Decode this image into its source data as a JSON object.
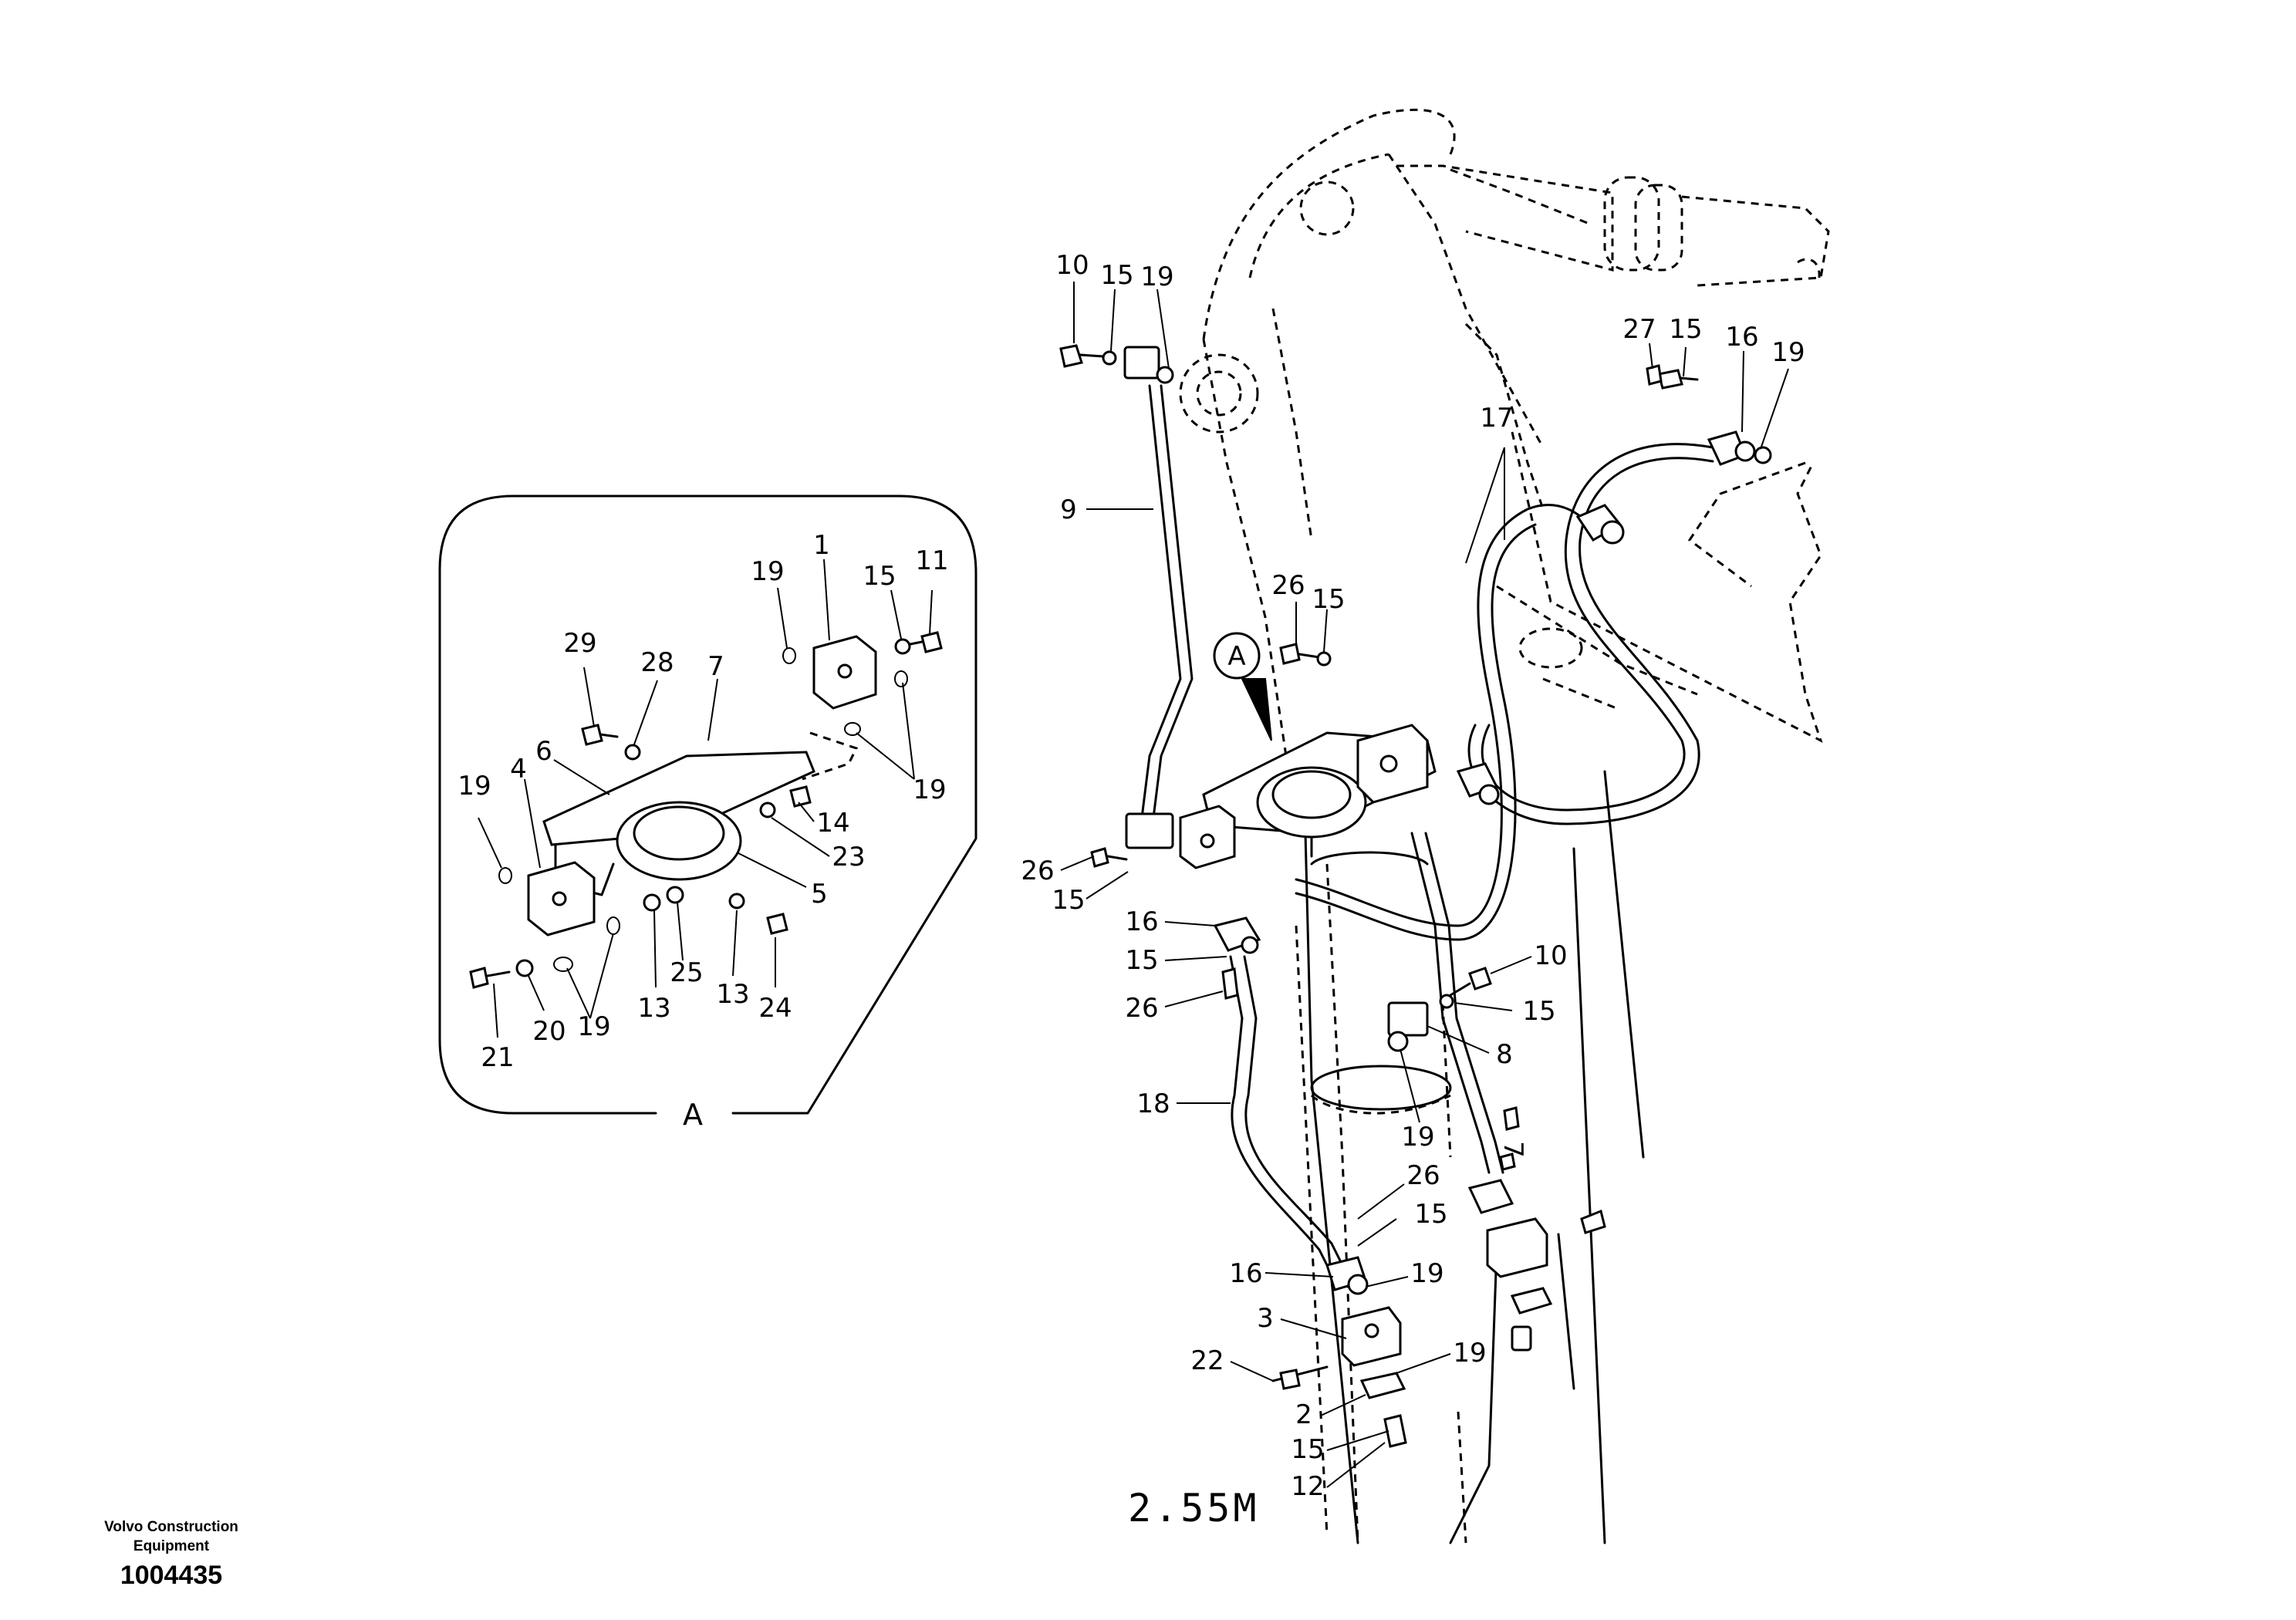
{
  "diagram": {
    "detail_label": "A",
    "callout_label": "A",
    "size_label": "2.55M",
    "brand_line1": "Volvo Construction",
    "brand_line2": "Equipment",
    "doc_number": "1004435",
    "main_labels": [
      "10",
      "15",
      "19",
      "27",
      "15",
      "16",
      "19",
      "17",
      "9",
      "26",
      "15",
      "26",
      "15",
      "16",
      "15",
      "26",
      "10",
      "15",
      "8",
      "18",
      "19",
      "7",
      "26",
      "15",
      "16",
      "19",
      "3",
      "19",
      "22",
      "2",
      "15",
      "12"
    ],
    "detail_labels": [
      "19",
      "1",
      "15",
      "11",
      "29",
      "28",
      "7",
      "6",
      "19",
      "4",
      "14",
      "23",
      "19",
      "5",
      "19",
      "13",
      "25",
      "13",
      "24",
      "21",
      "20"
    ]
  }
}
